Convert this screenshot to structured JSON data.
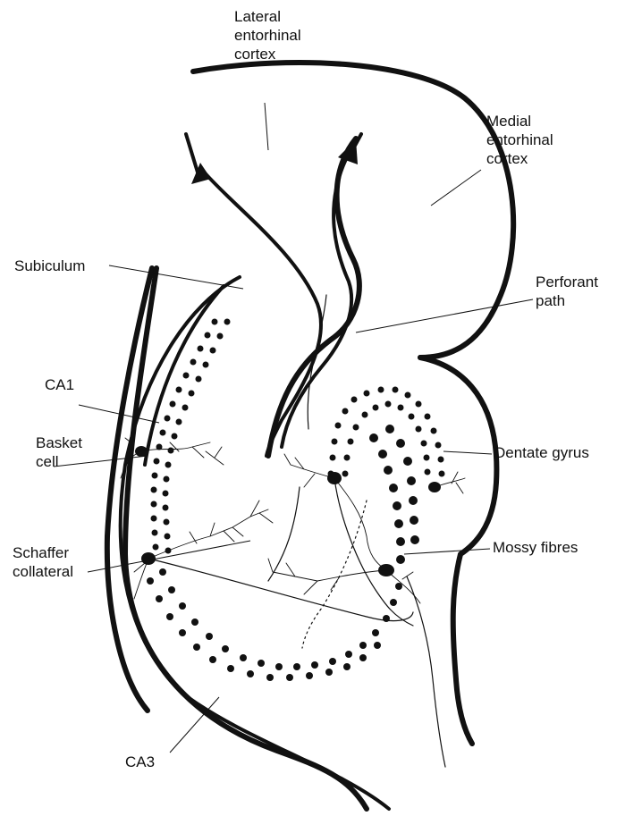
{
  "labels": {
    "lateral_entorhinal_cortex": "Lateral\nentorhinal\ncortex",
    "medial_entorhinal_cortex": "Medial\nentorhinal\ncortex",
    "subiculum": "Subiculum",
    "perforant_path": "Perforant\npath",
    "ca1": "CA1",
    "basket_cell": "Basket\ncell",
    "dentate_gyrus": "Dentate gyrus",
    "schaffer_collateral": "Schaffer\ncollateral",
    "mossy_fibres": "Mossy fibres",
    "ca3": "CA3"
  },
  "colors": {
    "ink": "#111111",
    "background": "#ffffff"
  }
}
